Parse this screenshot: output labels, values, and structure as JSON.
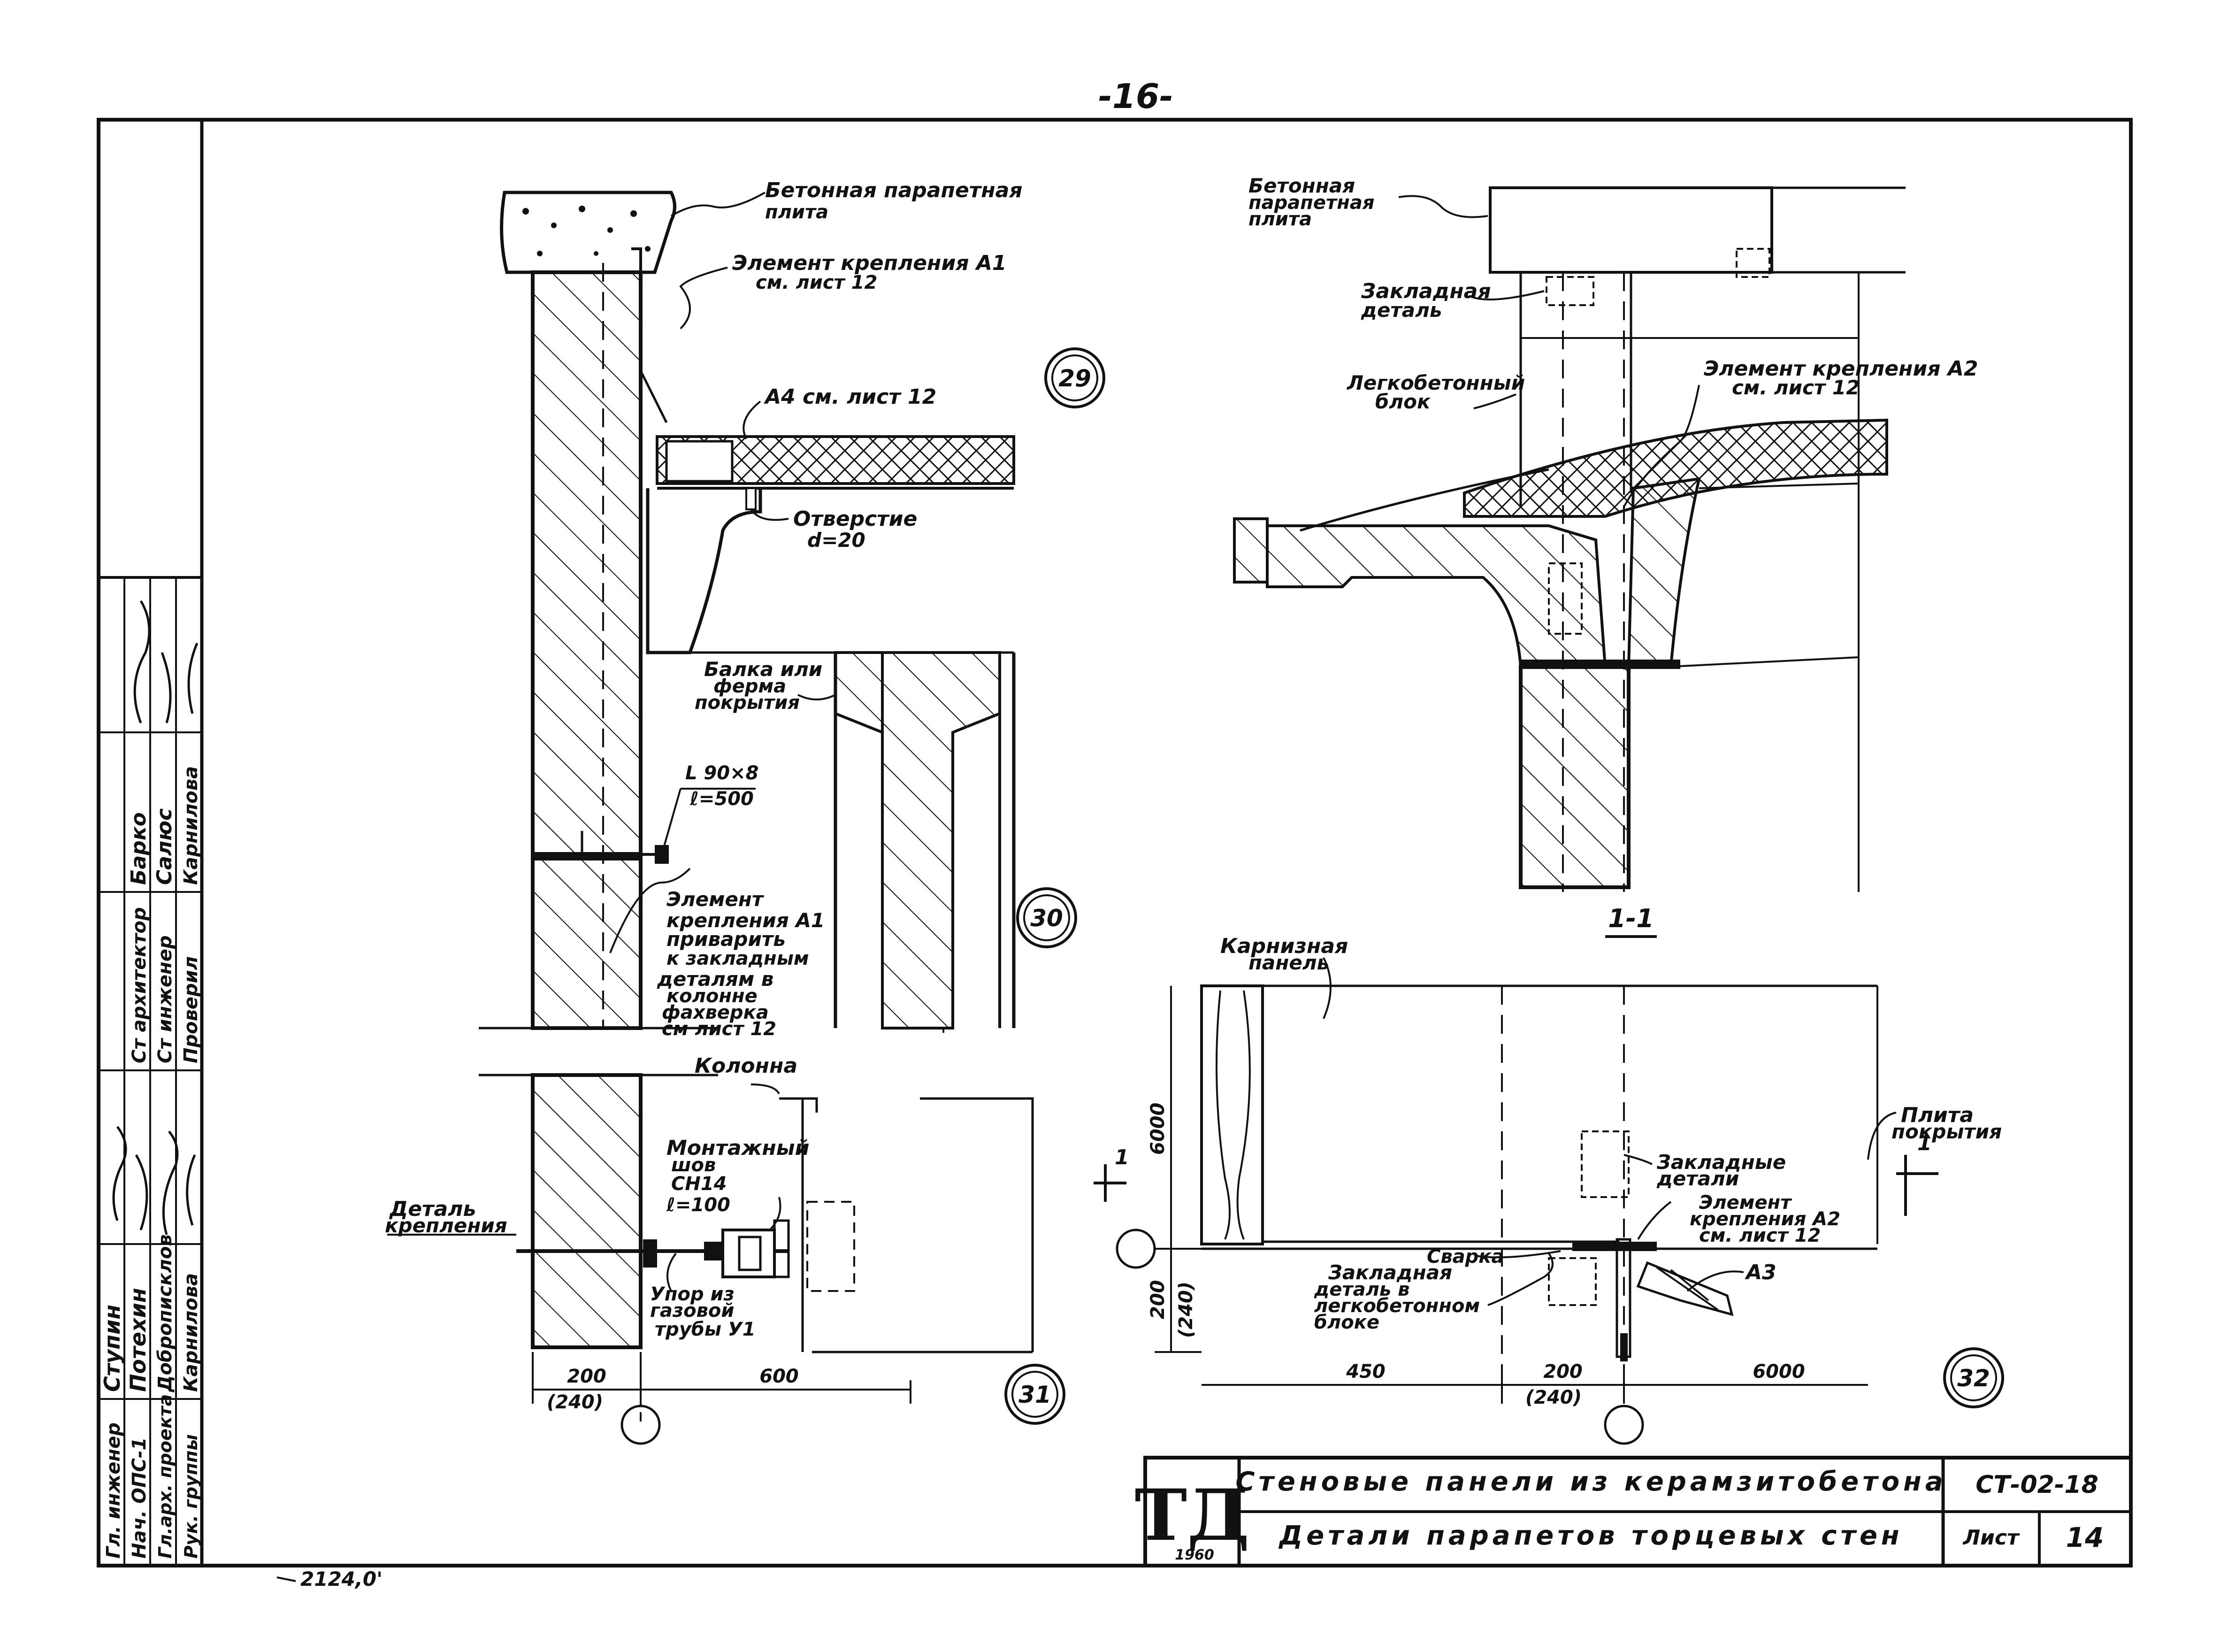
{
  "page_number": "-16-",
  "scan_note": "2124,0'",
  "details": {
    "d29": {
      "number": "29",
      "labels": {
        "parapet_slab": [
          "Бетонная парапетная",
          "плита"
        ],
        "fastening_a1": [
          "Элемент крепления А1",
          "см. лист 12"
        ],
        "a4": "А4 см. лист 12",
        "hole": [
          "Отверстие",
          "d=20"
        ],
        "beam": [
          "Балка или",
          "ферма",
          "покрытия"
        ]
      }
    },
    "d30": {
      "number": "30",
      "labels": {
        "angle": [
          "L 90×8",
          "ℓ=500"
        ],
        "fastening_a1_weld": [
          "Элемент",
          "крепления А1",
          "приварить",
          "к закладным",
          "деталям в",
          "колонне",
          "фахверка",
          "см лист 12"
        ]
      }
    },
    "d31": {
      "number": "31",
      "labels": {
        "column": "Колонна",
        "seam": [
          "Монтажный",
          "шов",
          "СН14",
          "ℓ=100"
        ],
        "detail": [
          "Деталь",
          "крепления"
        ],
        "stop": [
          "Упор из",
          "газовой",
          "трубы У1"
        ]
      },
      "dims": [
        "200",
        "(240)",
        "600"
      ]
    },
    "section_1_1": {
      "label": "1-1",
      "labels": {
        "parapet_slab": [
          "Бетонная",
          "парапетная",
          "плита"
        ],
        "embedded": [
          "Закладная",
          "деталь"
        ],
        "light_block": [
          "Легкобетонный",
          "блок"
        ],
        "fastening_a2": [
          "Элемент крепления А2",
          "см. лист 12"
        ]
      }
    },
    "d32": {
      "number": "32",
      "labels": {
        "cornice": [
          "Карнизная",
          "панель"
        ],
        "roof_slab": [
          "Плита",
          "покрытия"
        ],
        "embedded_parts": [
          "Закладные",
          "детали"
        ],
        "fastening_a2": [
          "Элемент",
          "крепления А2",
          "см. лист 12"
        ],
        "weld": "Сварка",
        "a3": "А3",
        "embedded_block": [
          "Закладная",
          "деталь в",
          "легкобетонном",
          "блоке"
        ],
        "cut_mark": "1"
      },
      "dims": [
        "6000",
        "200",
        "(240)",
        "450",
        "200",
        "(240)",
        "6000"
      ]
    }
  },
  "stamp_side": {
    "roles": [
      "Гл. инженер",
      "Нач. ОПС-1",
      "Гл.арх. проекта",
      "Рук. группы",
      "Ст архитектор",
      "Ст инженер",
      "Проверил"
    ],
    "names": [
      "Ступин",
      "Потехин",
      "Доброписклов",
      "Карнилова",
      "Барко",
      "Салюс",
      "Карнилова"
    ]
  },
  "title_block": {
    "logo": "ТД",
    "year": "1960",
    "title_line1": "Стеновые панели из керамзитобетона",
    "title_line2": "Детали парапетов торцевых стен",
    "code": "СТ-02-18",
    "sheet_label": "Лист",
    "sheet_number": "14"
  }
}
